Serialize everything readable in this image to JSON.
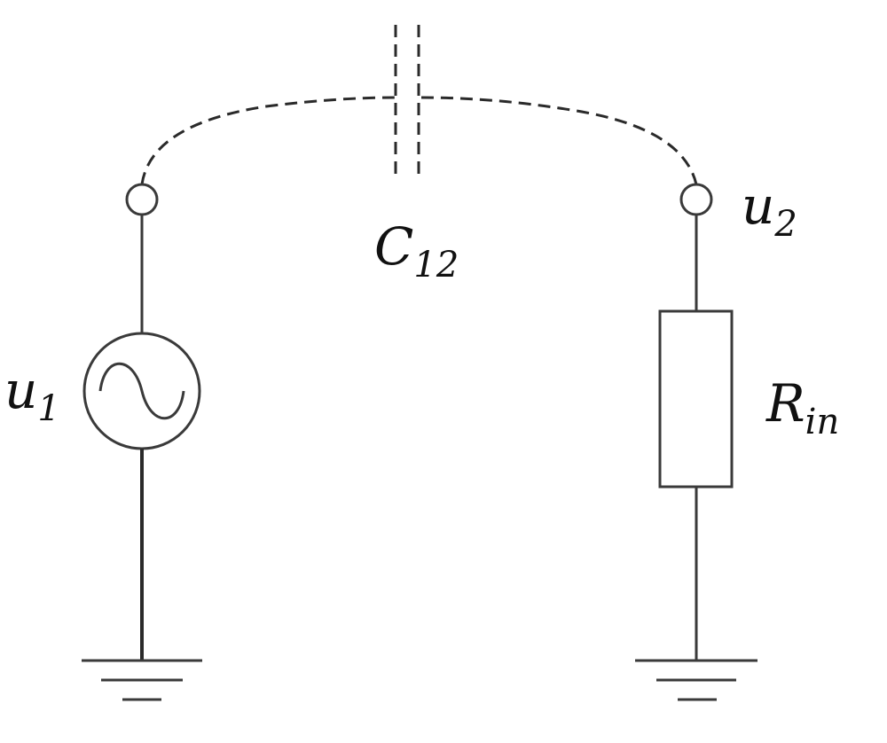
{
  "labels": {
    "source_voltage": {
      "main": "u",
      "sub": "1"
    },
    "output_voltage": {
      "main": "u",
      "sub": "2"
    },
    "coupling_capacitance": {
      "main": "C",
      "sub": "12"
    },
    "input_resistance": {
      "main": "R",
      "sub": "in"
    }
  },
  "colors": {
    "line": "#3a3a3a",
    "text": "#111111",
    "background": "#ffffff"
  }
}
